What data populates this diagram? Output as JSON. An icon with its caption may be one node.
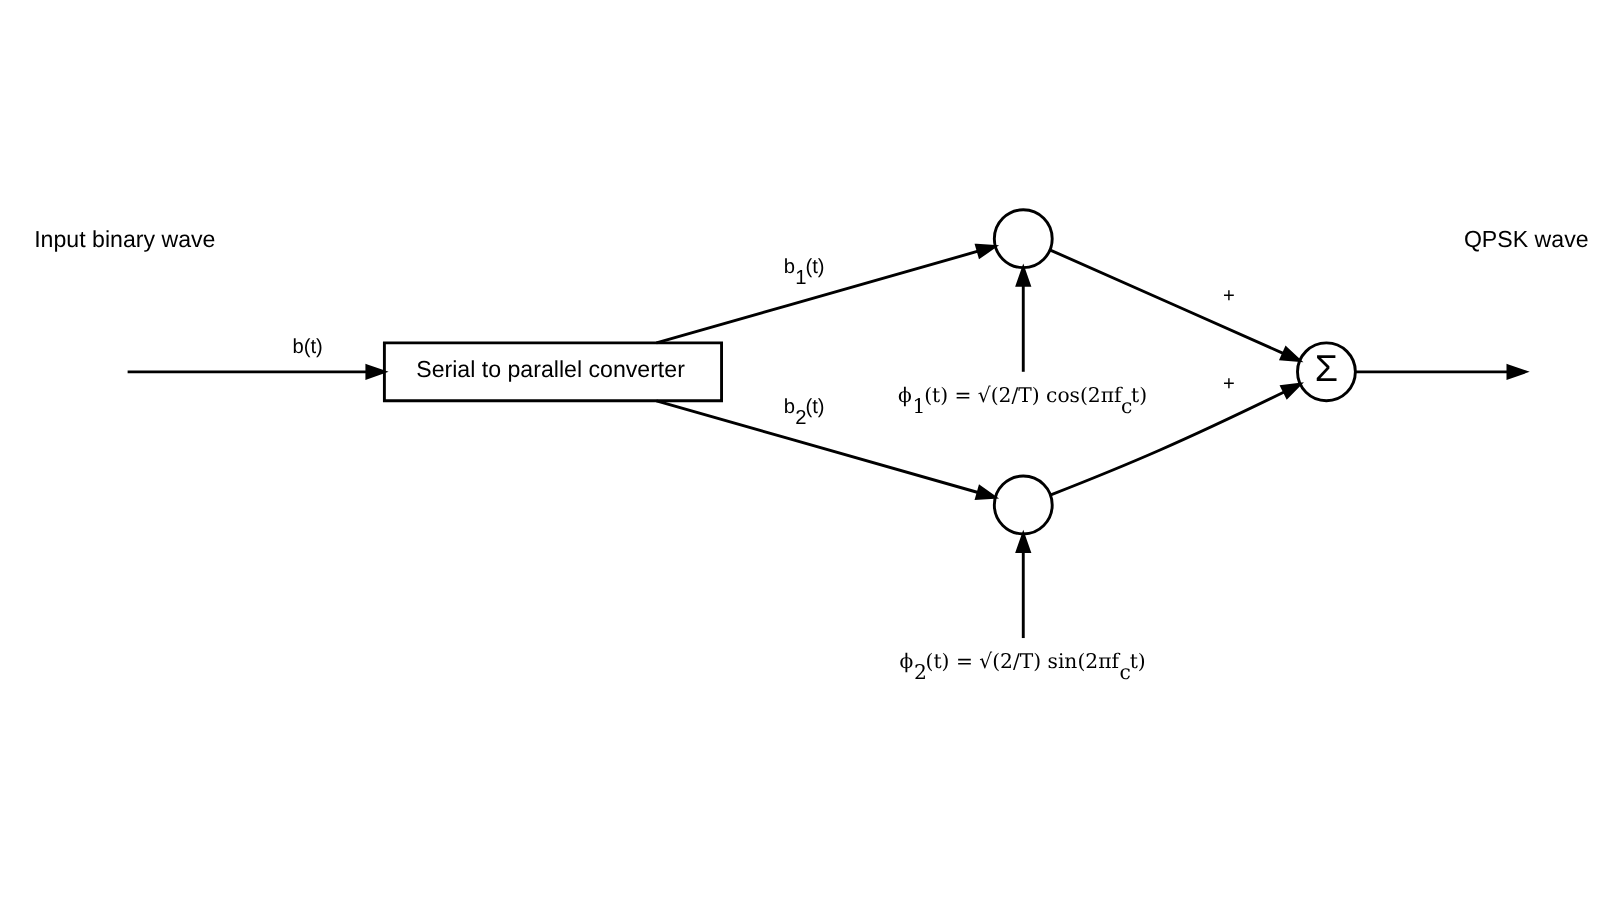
{
  "diagram": {
    "nodes": [
      {
        "text": [
          "Serial to parallel converter"
        ]
      },
      {
        "text": [],
        "shape": "circle"
      },
      {
        "text": [],
        "shape": "circle"
      },
      {
        "text": [
          "Σ"
        ]
      },
      {
        "text": [
          "ϕ$_{1}$(t) = √(2/T) cos(2πf$_{c}$t)"
        ]
      },
      {
        "text": [
          "ϕ$_{2}$(t) = √(2/T) sin(2πf$_{c}$t)"
        ]
      }
    ],
    "edges": [
      {
        "from": null,
        "to": 0,
        "arrow": "to",
        "label": "b(t)"
      },
      {
        "from": 0,
        "to": 1,
        "arrow": "to",
        "label": "b$_{1}$(t)"
      },
      {
        "from": 0,
        "to": 2,
        "arrow": "to",
        "label": "b$_{2}$(t)"
      },
      {
        "from": 4,
        "to": 1,
        "arrow": "to"
      },
      {
        "from": 5,
        "to": 2,
        "arrow": "to"
      },
      {
        "from": 1,
        "to": 3,
        "arrow": "to",
        "label": "+"
      },
      {
        "from": 2,
        "to": 3,
        "arrow": "to",
        "label": "+"
      },
      {
        "from": 3,
        "to": null,
        "arrow": "to"
      }
    ],
    "labels": [
      "Input binary wave",
      "QPSK wave"
    ]
  }
}
